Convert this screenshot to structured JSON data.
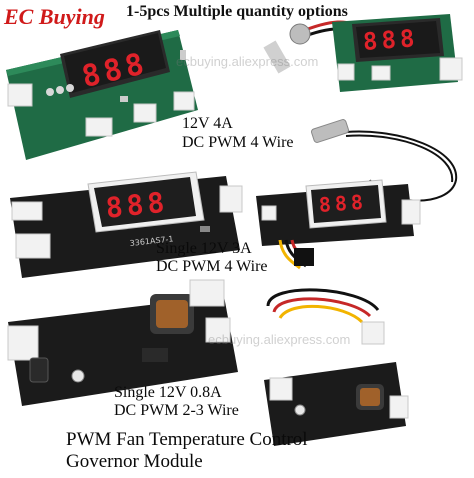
{
  "brand": "EC Buying",
  "headline": "1-5pcs Multiple quantity options",
  "products": [
    {
      "line1": "12V 4A",
      "line2": "DC PWM 4 Wire"
    },
    {
      "line1": "Single 12V 3A",
      "line2": "DC PWM 4 Wire"
    },
    {
      "line1": "Single 12V 0.8A",
      "line2": "DC PWM 2-3 Wire"
    }
  ],
  "title": {
    "line1": "PWM Fan Temperature Control",
    "line2": "Governor  Module"
  },
  "watermarks": [
    "ecbuying.aliexpress.com",
    "ecbuying.aliexpress.com"
  ],
  "displays": [
    "888",
    "888",
    "888",
    "888"
  ],
  "chip_label": "3361AS7-1",
  "colors": {
    "brand": "#d01a1a",
    "pcb_green": "#1f6b45",
    "pcb_black": "#1b1b1b",
    "connector": "#f2f2f2",
    "display": "#2a2a2a",
    "led_red": "#e0222a"
  }
}
